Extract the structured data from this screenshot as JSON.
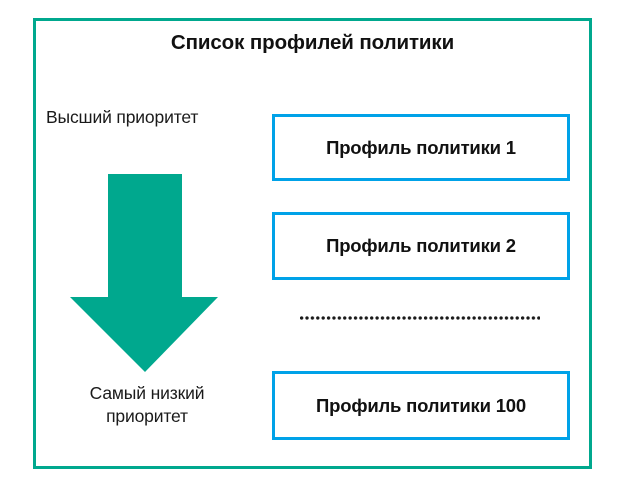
{
  "diagram": {
    "title": "Список профилей политики",
    "frame_color": "#00a88e",
    "box_border_color": "#00a2e8",
    "arrow_color": "#00a88e",
    "priority": {
      "highest_label": "Высший приоритет",
      "lowest_label_line1": "Самый низкий",
      "lowest_label_line2": "приоритет",
      "arrow_direction": "down",
      "arrow_icon": "arrow-down-icon"
    },
    "profiles": [
      {
        "label": "Профиль политики 1"
      },
      {
        "label": "Профиль политики 2"
      },
      {
        "label": "Профиль политики 100"
      }
    ],
    "ellipsis": "…………………………………………"
  }
}
